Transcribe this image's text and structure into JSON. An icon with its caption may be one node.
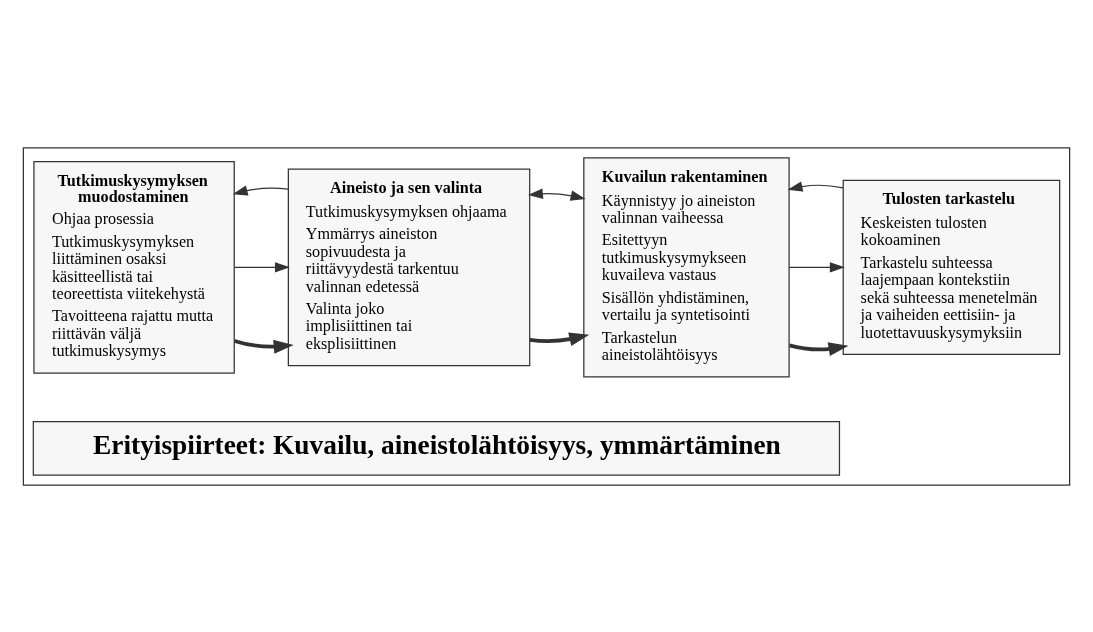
{
  "diagram": {
    "nodes": [
      {
        "text": [],
        "shape": "box"
      },
      {
        "text": [
          "Tutkimuskysymyksen muodostaminen",
          "Ohjaa prosessia",
          "Tutkimuskysymyksen liittäminen osaksi käsitteellistä tai teoreettista viitekehystä",
          "Tavoitteena rajattu mutta riittävän väljä tutkimuskysymys"
        ],
        "in": 0
      },
      {
        "text": [
          "Aineisto ja sen valinta",
          "Tutkimuskysymyksen ohjaama",
          "Ymmärrys aineiston sopivuudesta ja riittävyydestä tarkentuu valinnan edetessä",
          "Valinta joko implisiittinen tai eksplisiittinen"
        ],
        "in": 0
      },
      {
        "text": [
          "Kuvailun rakentaminen",
          "Käynnistyy jo aineiston valinnan vaiheessa",
          "Esitettyyn tutkimuskysymykseen kuvaileva vastaus",
          "Sisällön yhdistäminen, vertailu ja syntetisointi",
          "Tarkastelun aineistolähtöisyys"
        ],
        "in": 0
      },
      {
        "text": [
          "Tulosten tarkastelu",
          "Keskeisten tulosten kokoaminen",
          "Tarkastelu suhteessa laajempaan kontekstiin sekä suhteessa menetelmän ja vaiheiden eettisiin- ja luotettavuuskysymyksiin"
        ],
        "in": 0
      },
      {
        "text": [
          "Erityispiirteet: Kuvailu, aineistolähtöisyys, ymmärtäminen"
        ],
        "in": 0
      }
    ],
    "edges": [
      {
        "from": 1,
        "to": 2,
        "arrow": "to",
        "style": "thick"
      },
      {
        "from": 2,
        "to": 3,
        "arrow": "to",
        "style": "thick"
      },
      {
        "from": 3,
        "to": 4,
        "arrow": "to",
        "style": "thick"
      },
      {
        "from": 1,
        "to": 2,
        "arrow": "to"
      },
      {
        "from": 2,
        "to": 1,
        "arrow": "to"
      },
      {
        "from": 2,
        "to": 3,
        "arrow": "both"
      },
      {
        "from": 3,
        "to": 4,
        "arrow": "to"
      },
      {
        "from": 4,
        "to": 3,
        "arrow": "to"
      }
    ]
  }
}
